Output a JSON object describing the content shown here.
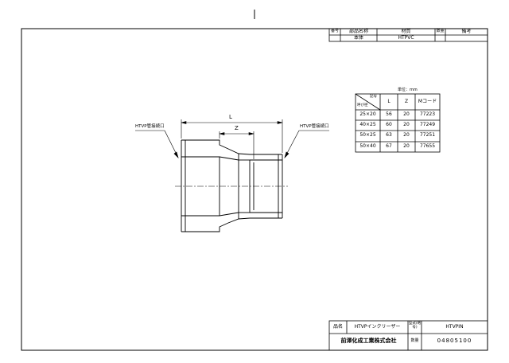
{
  "parts_table": {
    "headers": [
      "番号",
      "部品名称",
      "材質",
      "数量",
      "備考"
    ],
    "row": {
      "name": "本体",
      "material": "HTPVC"
    }
  },
  "unit": "単位：mm",
  "spec_table": {
    "corner_top": "記号",
    "corner_bottom": "呼び径",
    "col_headers": [
      "L",
      "Z",
      "Mコード"
    ],
    "rows": [
      {
        "size": "25×20",
        "L": "56",
        "Z": "20",
        "mcode": "77223"
      },
      {
        "size": "40×25",
        "L": "60",
        "Z": "20",
        "mcode": "77249"
      },
      {
        "size": "50×25",
        "L": "63",
        "Z": "20",
        "mcode": "77251"
      },
      {
        "size": "50×40",
        "L": "67",
        "Z": "20",
        "mcode": "77655"
      }
    ]
  },
  "drawing": {
    "dim_L": "L",
    "dim_Z": "Z",
    "callout_left": "HTVP管接続口",
    "callout_right": "HTVP管接続口"
  },
  "title_block": {
    "name_label": "品名",
    "name_value": "HTVPインクリーザー",
    "model_label": "型式(略号)",
    "model_value": "HTVPIN",
    "company": "前澤化成工業株式会社",
    "code_label": "数量",
    "code_value": "04805100"
  }
}
